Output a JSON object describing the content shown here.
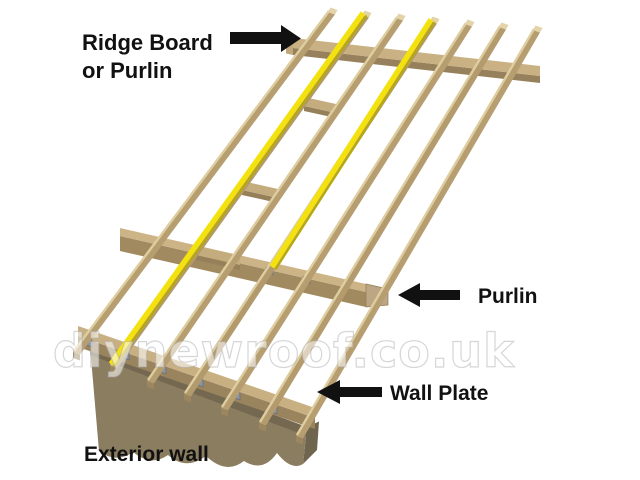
{
  "diagram": {
    "type": "roof-framing-3d",
    "labels": {
      "ridge_line1": "Ridge Board",
      "ridge_line2": "or Purlin",
      "purlin": "Purlin",
      "wall_plate": "Wall Plate",
      "exterior_wall": "Exterior wall"
    },
    "watermark": "diynewroof.co.uk",
    "rafter_count": 7,
    "highlighted_members": [
      "ridge board or purlin",
      "middle purlin"
    ],
    "colors": {
      "background": "#ffffff",
      "wood_top": "#cdb487",
      "wood_side": "#b79e71",
      "wood_edge_light": "#decd9f",
      "wood_dark": "#97815c",
      "wall": "#8b7d60",
      "wall_side": "#6f644e",
      "highlight_yellow": "#f3e20e",
      "highlight_yellow_dark": "#b8a90b",
      "bracket_gray": "#8a93a3",
      "text": "#111111",
      "arrow": "#111111"
    }
  }
}
